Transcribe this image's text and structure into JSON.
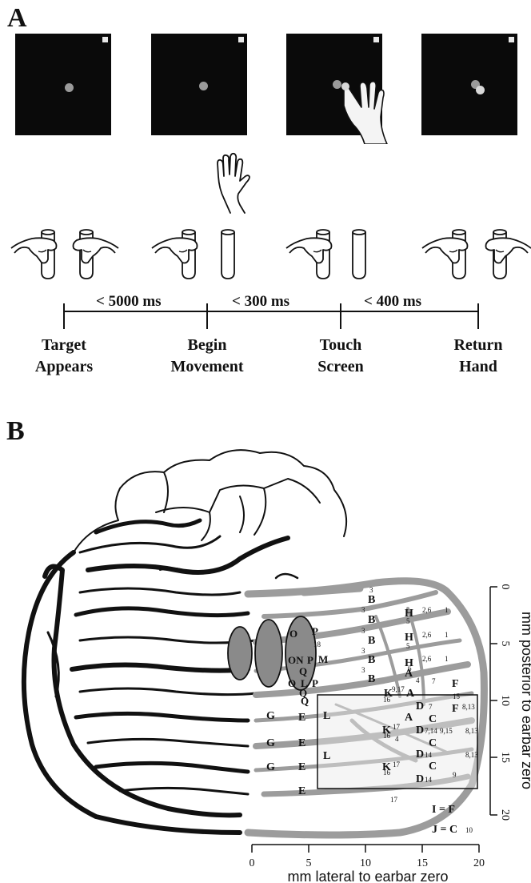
{
  "panel_a": {
    "label": "A",
    "intervals": [
      "< 5000 ms",
      "< 300 ms",
      "< 400 ms"
    ],
    "events": [
      {
        "line1": "Target",
        "line2": "Appears"
      },
      {
        "line1": "Begin",
        "line2": "Movement"
      },
      {
        "line1": "Touch",
        "line2": "Screen"
      },
      {
        "line1": "Return",
        "line2": "Hand"
      }
    ]
  },
  "panel_b": {
    "label": "B",
    "x_axis": {
      "label": "mm lateral to earbar zero",
      "ticks": [
        "0",
        "5",
        "10",
        "15",
        "20"
      ]
    },
    "y_axis": {
      "label": "mm posterior to earbar zero",
      "ticks": [
        "0",
        "5",
        "10",
        "15",
        "20"
      ]
    },
    "legend_lines": [
      "I = F",
      "J = C"
    ],
    "legend_subscript": "10",
    "map_letters": {
      "ovals": [
        "O",
        "P",
        "ON",
        "P",
        "M",
        "Q",
        "Q",
        "O",
        "L",
        "P",
        "Q"
      ],
      "left": [
        "G",
        "G",
        "G",
        "E",
        "E",
        "E",
        "E",
        "L",
        "L"
      ],
      "column_b": [
        "B",
        "B",
        "B",
        "B",
        "B"
      ],
      "right": [
        "H",
        "H",
        "H",
        "A",
        "A",
        "K",
        "A",
        "K",
        "K",
        "D",
        "D",
        "D",
        "D",
        "C",
        "C",
        "C",
        "F",
        "F"
      ],
      "small_numbers": [
        "3",
        "3",
        "3",
        "3",
        "3",
        "5",
        "5",
        "6",
        "2,6",
        "2,6",
        "2,6",
        "1",
        "1",
        "1",
        "7",
        "7",
        "15",
        "8,13",
        "8,13",
        "8,13",
        "9,15",
        "7,14",
        "14",
        "14",
        "16",
        "16",
        "16",
        "17",
        "17",
        "17",
        "4",
        "4",
        "9,17",
        "18",
        "9"
      ]
    }
  }
}
